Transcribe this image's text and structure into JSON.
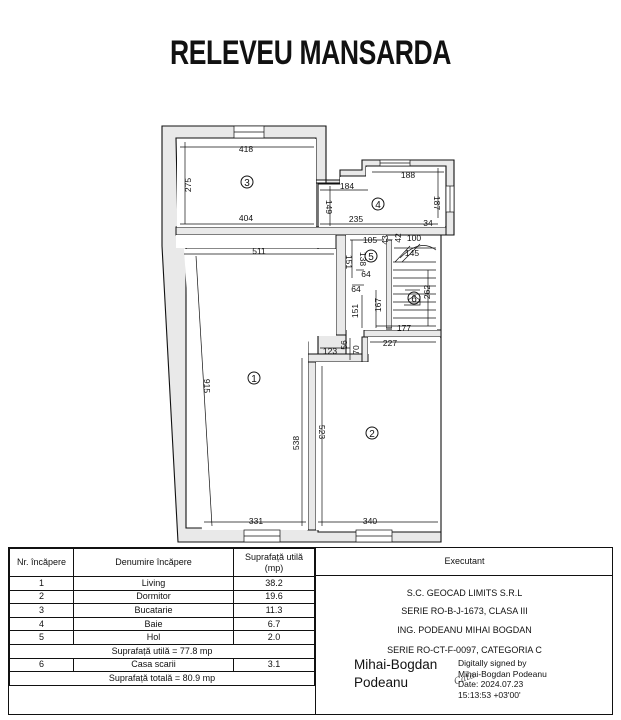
{
  "title": "RELEVEU MANSARDA",
  "plan": {
    "dimensions": {
      "d418": "418",
      "d275": "275",
      "d404": "404",
      "d184": "184",
      "d188": "188",
      "d149": "149",
      "d187": "187",
      "d235": "235",
      "d34": "34",
      "d105": "105",
      "d43": "43",
      "d42": "42",
      "d100": "100",
      "d511": "511",
      "d138": "138",
      "d151a": "151",
      "d145": "145",
      "d64a": "64",
      "d64b": "64",
      "d262": "262",
      "d151b": "151",
      "d167": "167",
      "d177": "177",
      "d915": "915",
      "d123": "123",
      "d56": "56",
      "d70": "70",
      "d227": "227",
      "d538": "538",
      "d523": "523",
      "d331": "331",
      "d340": "340"
    },
    "rooms": [
      "1",
      "2",
      "3",
      "4",
      "5",
      "6"
    ]
  },
  "table": {
    "headers": [
      "Nr. încăpere",
      "Denumire încăpere",
      "Suprafață utilă (mp)"
    ],
    "rows": [
      [
        "1",
        "Living",
        "38.2"
      ],
      [
        "2",
        "Dormitor",
        "19.6"
      ],
      [
        "3",
        "Bucatarie",
        "11.3"
      ],
      [
        "4",
        "Baie",
        "6.7"
      ],
      [
        "5",
        "Hol",
        "2.0"
      ]
    ],
    "subtotal": "Suprafață utilă = 77.8 mp",
    "stair_row": [
      "6",
      "Casa scarii",
      "3.1"
    ],
    "total": "Suprafață totală = 80.9 mp"
  },
  "executant": {
    "header": "Executant",
    "company": "S.C. GEOCAD LIMITS S.R.L",
    "serie1": "SERIE RO-B-J-1673, CLASA III",
    "engineer": "ING. PODEANU MIHAI BOGDAN",
    "serie2": "SERIE RO-CT-F-0097, CATEGORIA C"
  },
  "signature": {
    "name_line1": "Mihai-Bogdan",
    "name_line2": "Podeanu",
    "digital_line1": "Digitally signed by",
    "digital_line2": "Mihai-Bogdan Podeanu",
    "digital_line3": "Date: 2024.07.23",
    "digital_line4": "15:13:53 +03'00'",
    "scribble": "Cata"
  }
}
